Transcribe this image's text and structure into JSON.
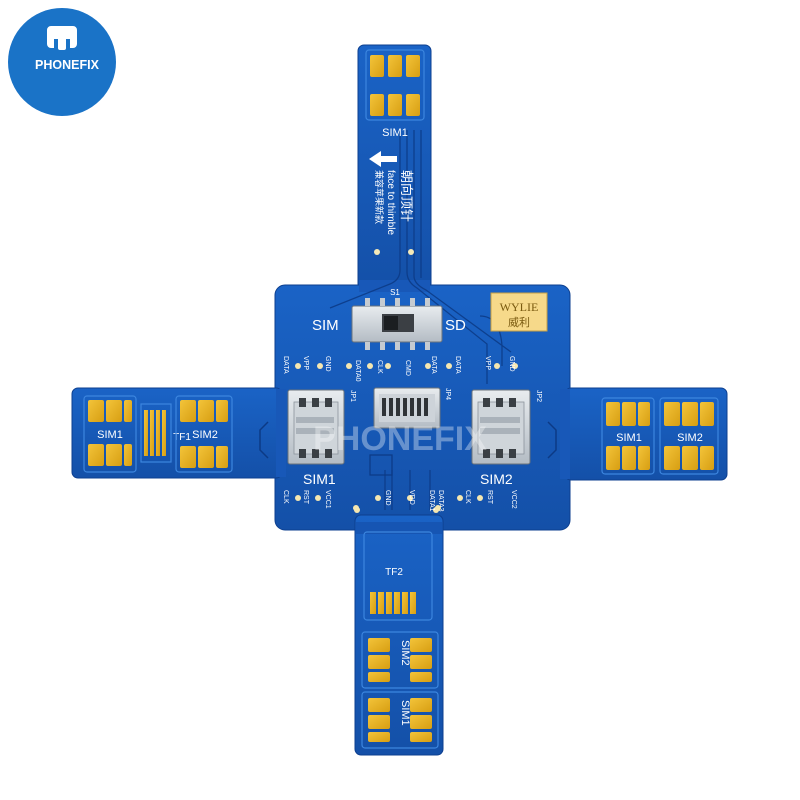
{
  "brand": {
    "logo_text": "PHONEFIX",
    "watermark": "PHONEFIX",
    "badge_color": "#1a73c7"
  },
  "board": {
    "color": "#1556b5",
    "edge_color": "#0d3f8f",
    "pad_color": "#e9b21a",
    "maker_logo_en": "WYLIE",
    "maker_logo_cn": "威利",
    "switch_ref": "S1",
    "switch_left_label": "SIM",
    "switch_right_label": "SD",
    "top_tab": {
      "sim_label": "SIM1",
      "direction_cn": "朝向顶针",
      "direction_en": "face to thimble",
      "compat_cn": "兼容苹果新款"
    },
    "left_tab": {
      "sim1_label": "SIM1",
      "tf_label": "TF1",
      "sim2_label": "SIM2"
    },
    "right_tab": {
      "sim1_label": "SIM1",
      "sim2_label": "SIM2"
    },
    "bottom_tab": {
      "tf_label": "TF2",
      "sim2_label": "SIM2",
      "sim1_label": "SIM1"
    },
    "slot_left": {
      "label": "SIM1",
      "ref": "JP1"
    },
    "slot_mid": {
      "ref": "JP4"
    },
    "slot_right": {
      "label": "SIM2",
      "ref": "JP2"
    },
    "pins_top_left": [
      "DATA",
      "VPP",
      "GND"
    ],
    "pins_top_mid": [
      "DATA0",
      "CLK",
      "CMD",
      "DATA",
      "DATA"
    ],
    "pins_top_right": [
      "VPP",
      "GND"
    ],
    "pins_bottom_left": [
      "CLK",
      "RST",
      "VCC1"
    ],
    "pins_bottom_mid": [
      "GND",
      "VDD",
      "DATA1",
      "DATA3"
    ],
    "pins_bottom_right": [
      "CLK",
      "RST",
      "VCC2"
    ]
  }
}
